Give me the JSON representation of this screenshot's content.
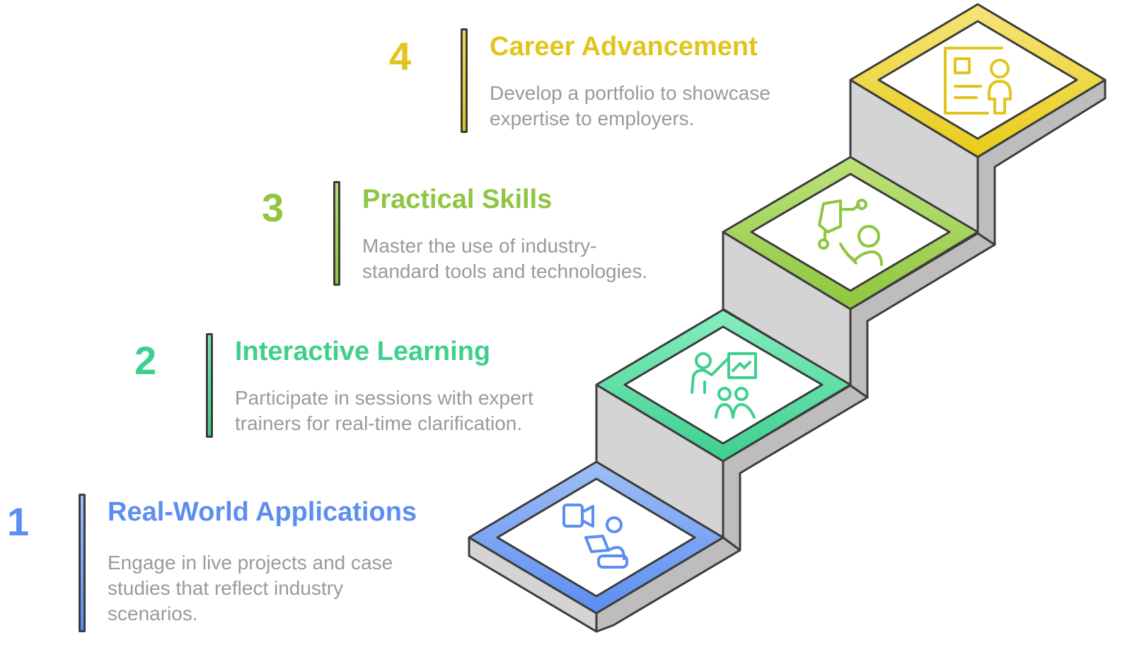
{
  "colors": {
    "step1": "#5b8ef0",
    "step2": "#3ecf8e",
    "step3": "#8ec63f",
    "step4": "#e2c51c",
    "description": "#9a9a9a",
    "stair_fill": "#d4d4d4",
    "outline": "#3c3c3c"
  },
  "steps": [
    {
      "number": "1",
      "title": "Real-World Applications",
      "description": "Engage in live projects and case studies that reflect industry scenarios.",
      "icon": "video-call-laptop-icon"
    },
    {
      "number": "2",
      "title": "Interactive Learning",
      "description": "Participate in sessions with expert trainers for real-time clarification.",
      "icon": "trainer-presentation-group-icon"
    },
    {
      "number": "3",
      "title": "Practical Skills",
      "description": "Master the use of industry-standard tools and technologies.",
      "icon": "robot-arm-person-icon"
    },
    {
      "number": "4",
      "title": "Career Advancement",
      "description": "Develop a portfolio to showcase expertise to employers.",
      "icon": "portfolio-resume-icon"
    }
  ]
}
